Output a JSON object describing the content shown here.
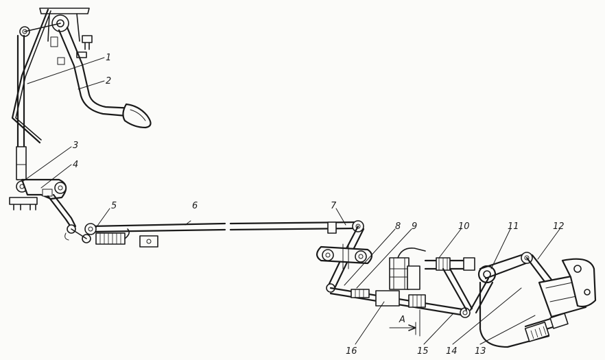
{
  "diagram": {
    "callouts": [
      {
        "id": "c1",
        "text": "1"
      },
      {
        "id": "c2",
        "text": "2"
      },
      {
        "id": "c3",
        "text": "3"
      },
      {
        "id": "c4",
        "text": "4"
      },
      {
        "id": "c5",
        "text": "5"
      },
      {
        "id": "c6",
        "text": "6"
      },
      {
        "id": "c7",
        "text": "7"
      },
      {
        "id": "c8",
        "text": "8"
      },
      {
        "id": "c9",
        "text": "9"
      },
      {
        "id": "c10",
        "text": "10"
      },
      {
        "id": "c11",
        "text": "11"
      },
      {
        "id": "c12",
        "text": "12"
      },
      {
        "id": "c13",
        "text": "13"
      },
      {
        "id": "c14",
        "text": "14"
      },
      {
        "id": "c15",
        "text": "15"
      },
      {
        "id": "c16",
        "text": "16"
      }
    ],
    "dimension_label": "A"
  }
}
